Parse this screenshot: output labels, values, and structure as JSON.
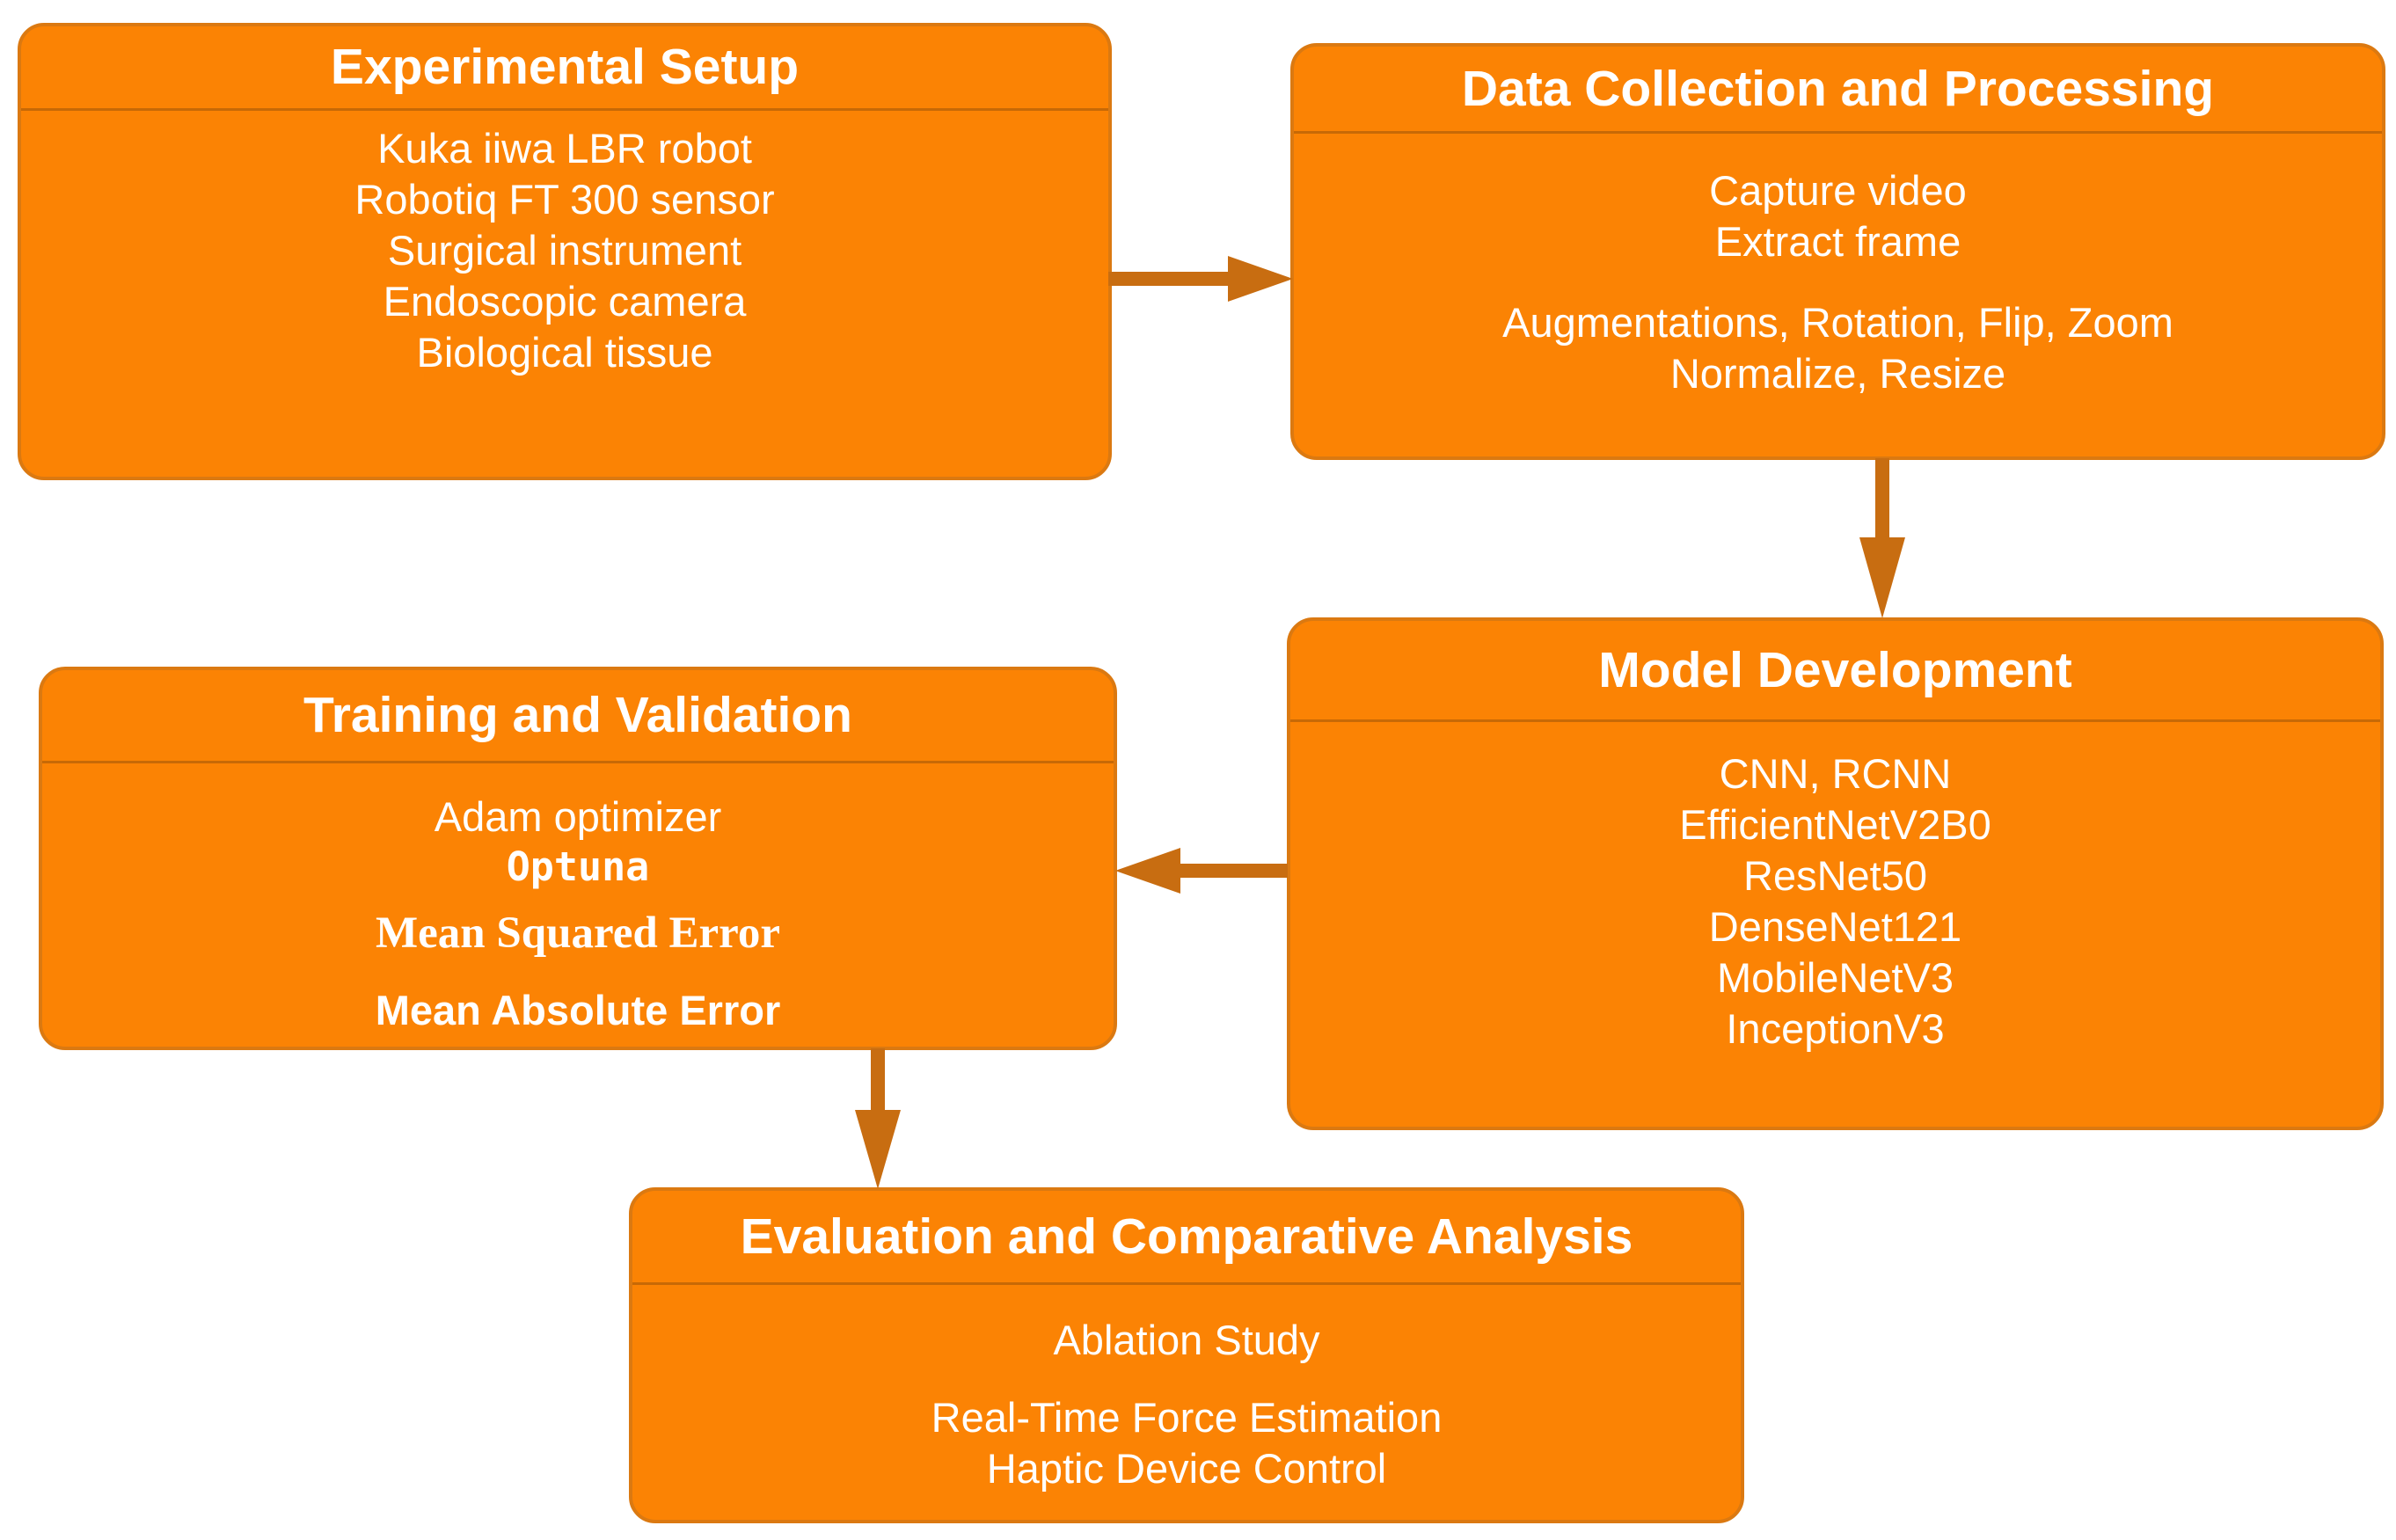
{
  "diagram": {
    "background": "#FFFFFF",
    "colors": {
      "node_fill": "#FB8304",
      "node_border": "#DB7911",
      "header_divider": "#AA5A08",
      "arrow": "#C86D11",
      "text": "#FFFFFF"
    },
    "nodes": [
      {
        "id": "experimental-setup",
        "title": "Experimental Setup",
        "lines": [
          "Kuka iiwa LBR robot",
          "Robotiq FT 300 sensor",
          "Surgical instrument",
          "Endoscopic camera",
          "Biological tissue"
        ]
      },
      {
        "id": "data-collection-and-processing",
        "title": "Data Collection and Processing",
        "lines": [
          "Capture video",
          "Extract frame",
          "Augmentations, Rotation, Flip, Zoom",
          "Normalize, Resize"
        ]
      },
      {
        "id": "training-and-validation",
        "title": "Training and Validation",
        "lines": [
          "Adam optimizer",
          "Optuna",
          "Mean Squared Error",
          "Mean Absolute Error"
        ]
      },
      {
        "id": "model-development",
        "title": "Model Development",
        "lines": [
          "CNN, RCNN",
          "EfficientNetV2B0",
          "ResNet50",
          "DenseNet121",
          "MobileNetV3",
          "InceptionV3"
        ]
      },
      {
        "id": "evaluation-and-comparative-analysis",
        "title": "Evaluation and Comparative Analysis",
        "lines": [
          "Ablation Study",
          "Real-Time Force Estimation",
          "Haptic Device Control"
        ]
      }
    ],
    "arrows": [
      {
        "from": "experimental-setup",
        "to": "data-collection-and-processing",
        "direction": "right"
      },
      {
        "from": "data-collection-and-processing",
        "to": "model-development",
        "direction": "down"
      },
      {
        "from": "model-development",
        "to": "training-and-validation",
        "direction": "left"
      },
      {
        "from": "training-and-validation",
        "to": "evaluation-and-comparative-analysis",
        "direction": "down"
      }
    ]
  }
}
